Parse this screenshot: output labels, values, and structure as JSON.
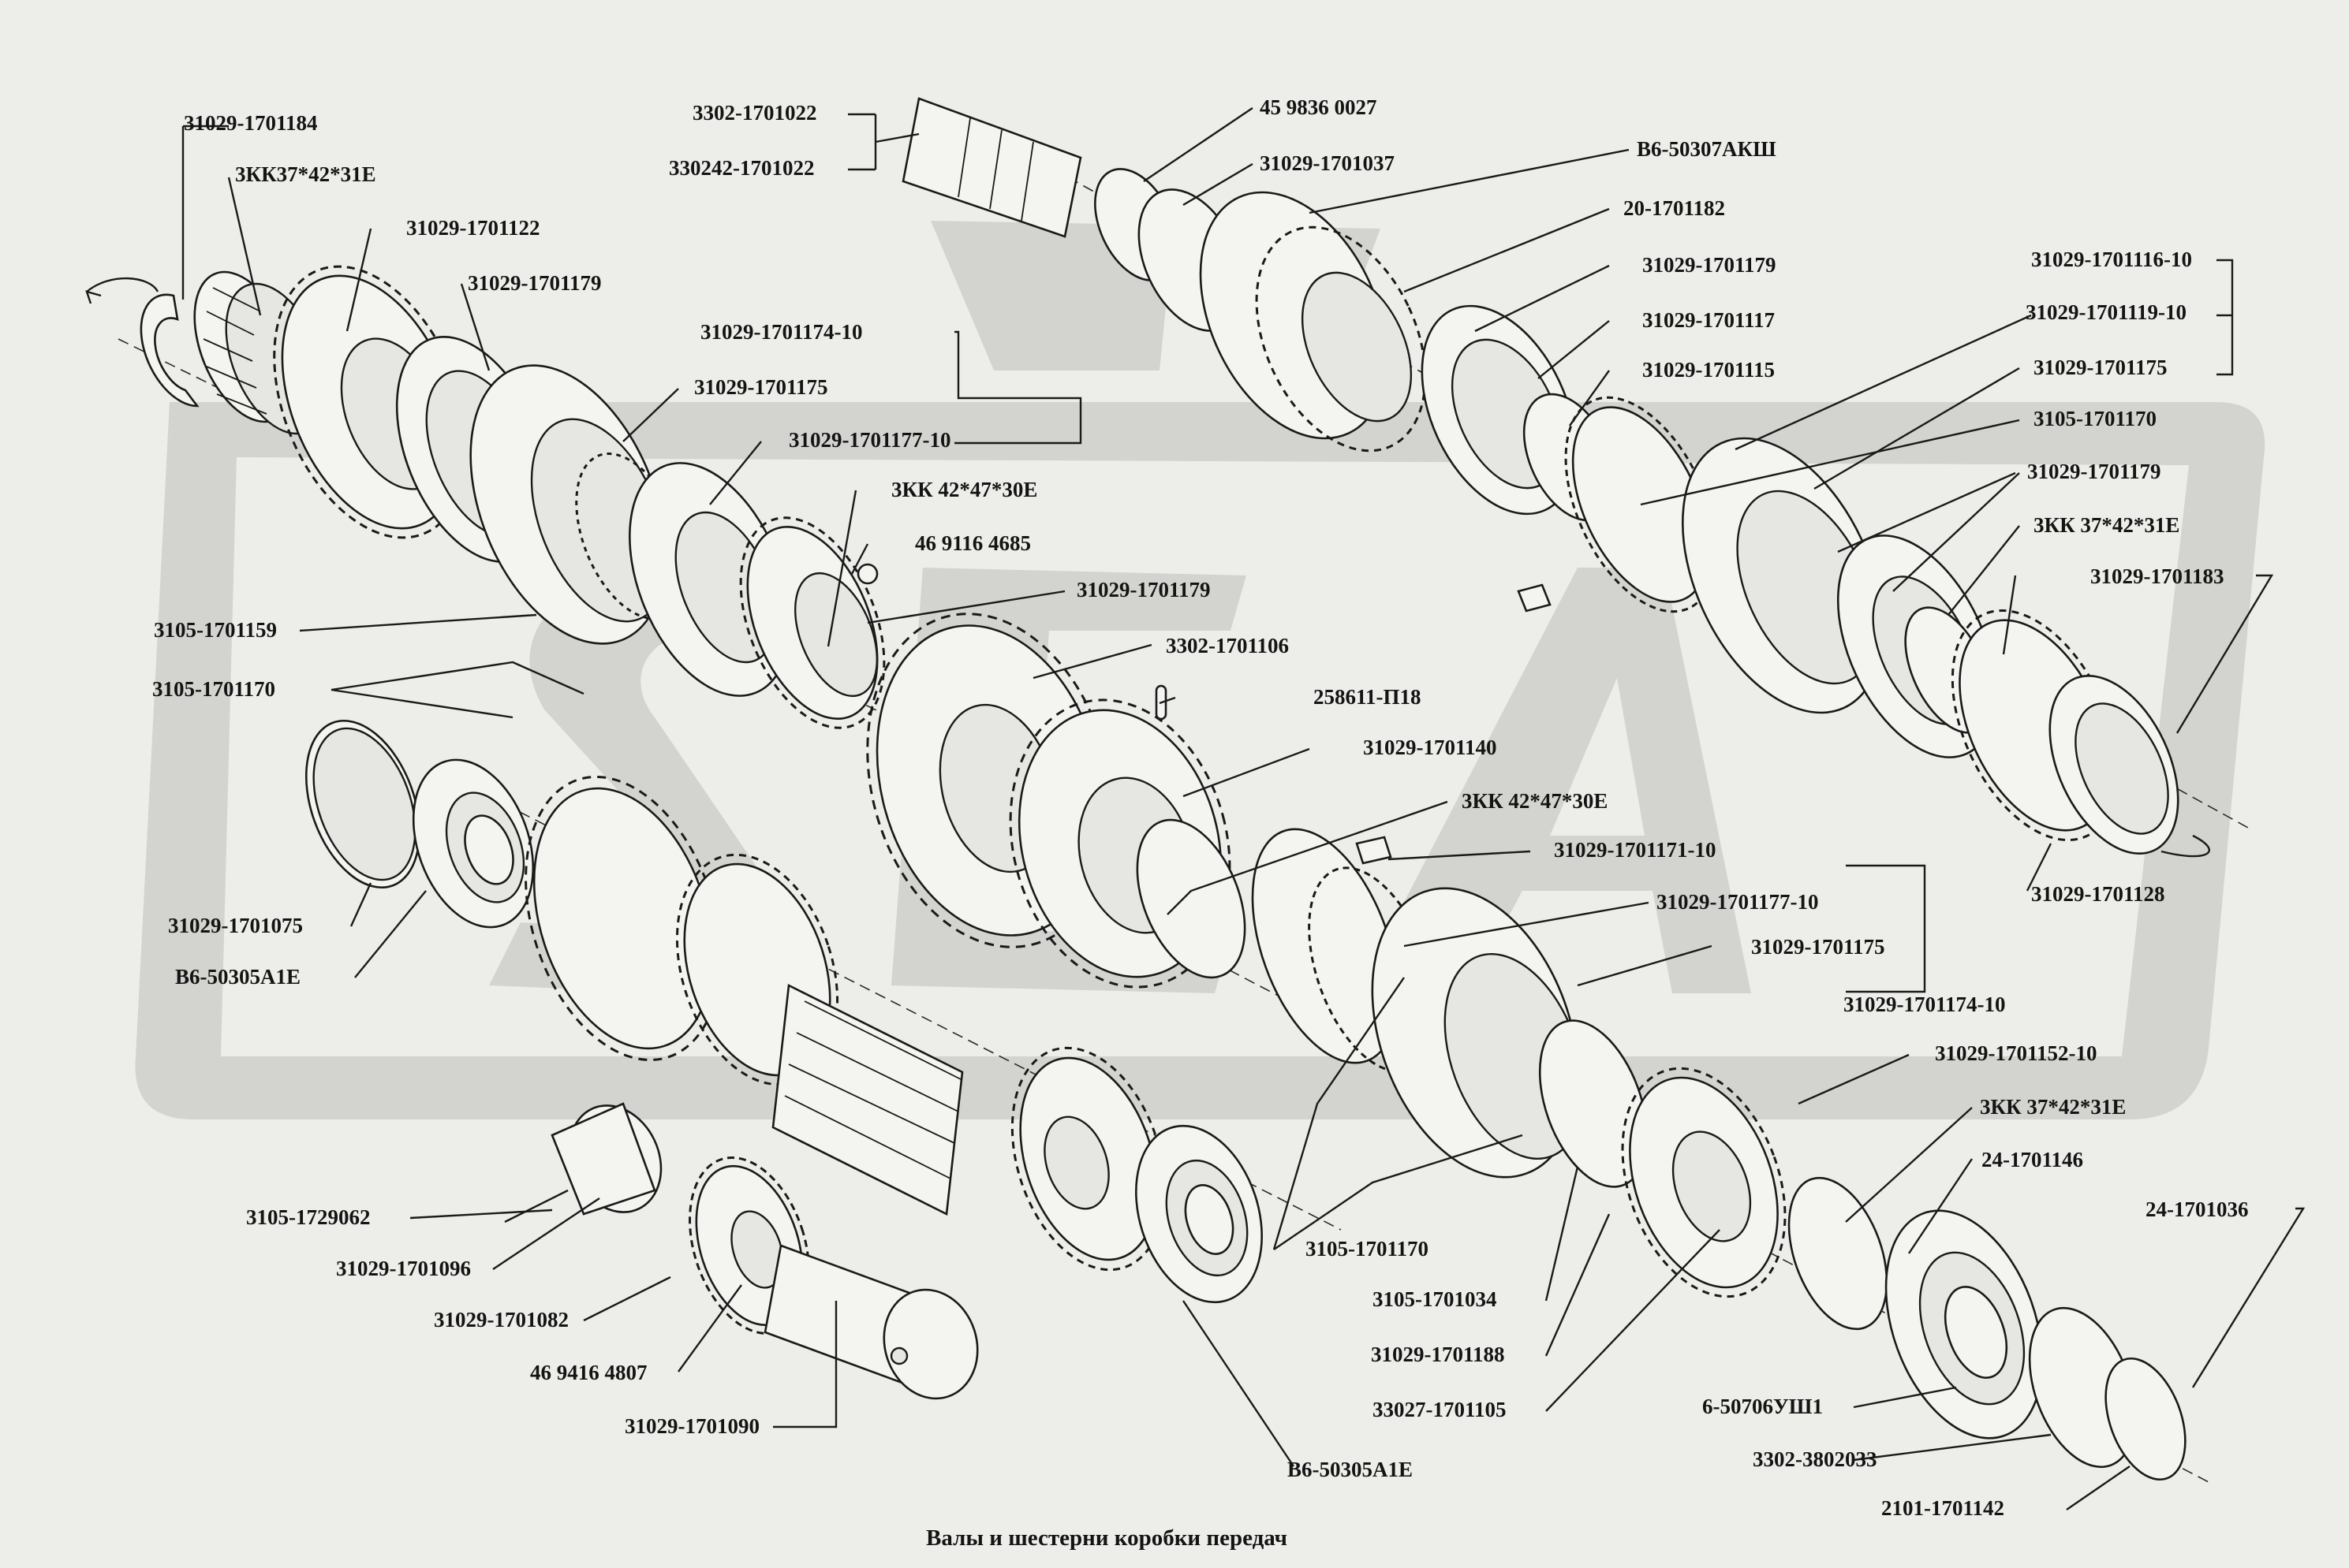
{
  "caption": "Валы и шестерни коробки передач",
  "labels": [
    "31029-1701184",
    "3КК37*42*31Е",
    "31029-1701122",
    "31029-1701179",
    "31029-1701174-10",
    "31029-1701175",
    "31029-1701177-10",
    "3КК 42*47*30Е",
    "46 9116 4685",
    "31029-1701179",
    "3105-1701159",
    "3105-1701170",
    "3302-1701106",
    "258611-П18",
    "31029-1701140",
    "3КК 42*47*30Е",
    "31029-1701171-10",
    "31029-1701177-10",
    "31029-1701175",
    "31029-1701174-10",
    "31029-1701075",
    "В6-50305А1Е",
    "3105-1729062",
    "31029-1701096",
    "31029-1701082",
    "46  9416  4807",
    "31029-1701090",
    "В6-50305А1Е",
    "3105-1701170",
    "3105-1701034",
    "31029-1701188",
    "33027-1701105",
    "3302-1701022",
    "330242-1701022",
    "45  9836  0027",
    "31029-1701037",
    "В6-50307АКШ",
    "20-1701182",
    "31029-1701179",
    "31029-1701117",
    "31029-1701115",
    "31029-1701116-10",
    "31029-1701119-10",
    "31029-1701175",
    "3105-1701170",
    "31029-1701179",
    "3КК 37*42*31Е",
    "31029-1701183",
    "31029-1701128",
    "31029-1701152-10",
    "3КК 37*42*31Е",
    "24-1701146",
    "24-1701036",
    "6-50706УШ1",
    "3302-3802033",
    "2101-1701142"
  ]
}
